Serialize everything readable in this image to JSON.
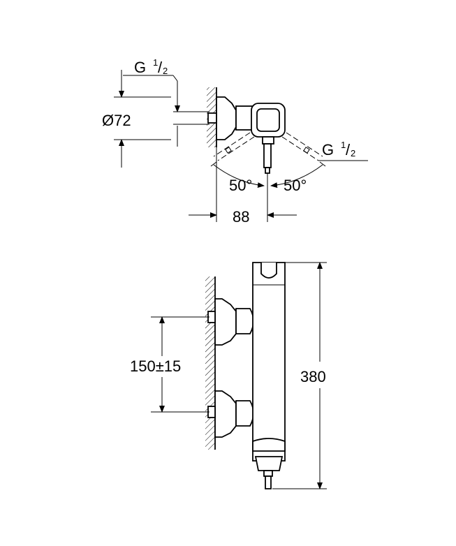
{
  "top_view": {
    "inlet_left": {
      "letter": "G",
      "num": "1",
      "den": "2"
    },
    "inlet_right": {
      "letter": "G",
      "num": "1",
      "den": "2"
    },
    "diameter_label": "Ø72",
    "angle_left": "50°",
    "angle_right": "50°",
    "depth_label": "88"
  },
  "front_view": {
    "spacing_label": "150±15",
    "height_label": "380"
  }
}
